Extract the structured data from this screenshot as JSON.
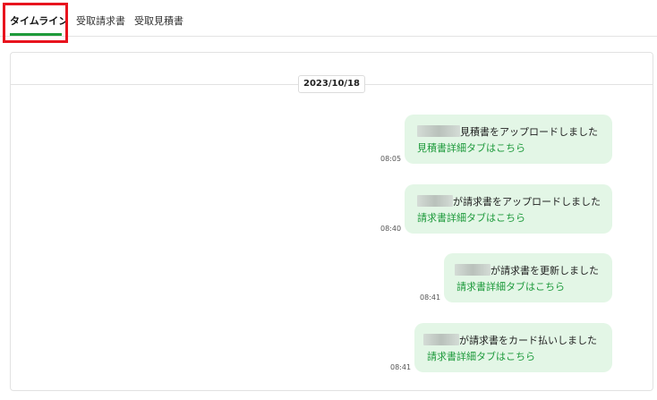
{
  "tabs": [
    {
      "label": "タイムライン",
      "active": true
    },
    {
      "label": "受取請求書",
      "active": false
    },
    {
      "label": "受取見積書",
      "active": false
    }
  ],
  "timeline": {
    "date": "2023/10/18",
    "messages": [
      {
        "text": "見積書をアップロードしました",
        "link": "見積書詳細タブはこちら",
        "time": "08:05"
      },
      {
        "text": "が請求書をアップロードしました",
        "link": "請求書詳細タブはこちら",
        "time": "08:40"
      },
      {
        "text": "が請求書を更新しました",
        "link": "請求書詳細タブはこちら",
        "time": "08:41"
      },
      {
        "text": "が請求書をカード払いしました",
        "link": "請求書詳細タブはこちら",
        "time": "08:41"
      }
    ]
  },
  "colors": {
    "accent_green": "#1e9a3c",
    "bubble_bg": "#e3f6e6",
    "highlight_red": "#e8141e"
  }
}
